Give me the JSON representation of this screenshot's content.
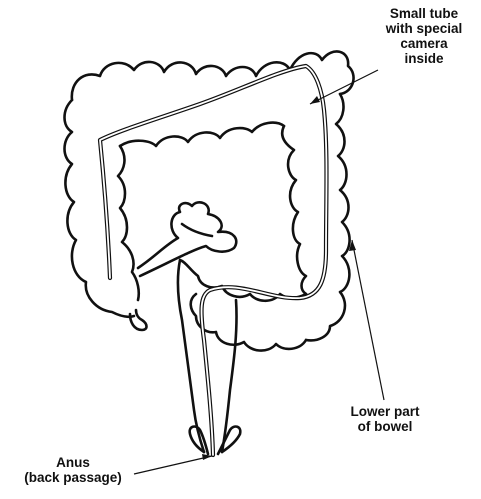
{
  "labels": {
    "camera": {
      "line1": "Small tube",
      "line2": "with special",
      "line3": "camera",
      "line4": "inside"
    },
    "bowel": {
      "line1": "Lower part",
      "line2": "of bowel"
    },
    "anus": {
      "line1": "Anus",
      "line2": "(back passage)"
    }
  },
  "colors": {
    "outline": "#111111",
    "background": "#ffffff"
  }
}
